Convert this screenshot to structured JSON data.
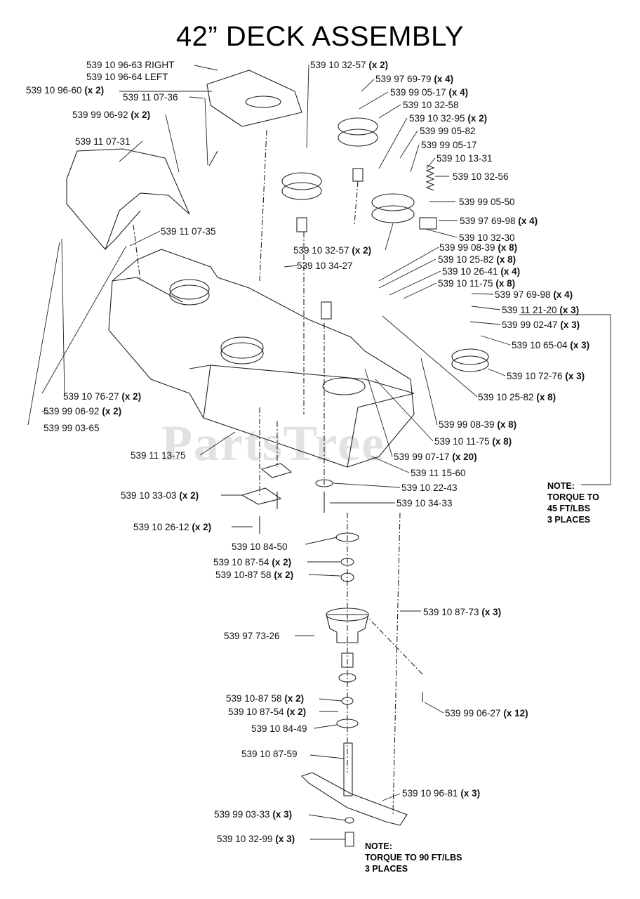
{
  "title": "42” DECK ASSEMBLY",
  "watermark": "PartsTree",
  "labels": [
    {
      "part": "539 10 96-63 RIGHT",
      "qty": ""
    },
    {
      "part": "539 10 96-64 LEFT",
      "qty": ""
    },
    {
      "part": "539 10 96-60",
      "qty": "(x 2)"
    },
    {
      "part": "539 11 07-36",
      "qty": ""
    },
    {
      "part": "539 99 06-92",
      "qty": "(x 2)"
    },
    {
      "part": "539 11 07-31",
      "qty": ""
    },
    {
      "part": "539 11 07-35",
      "qty": ""
    },
    {
      "part": "539 10 32-57",
      "qty": "(x 2)"
    },
    {
      "part": "539 97 69-79",
      "qty": "(x 4)"
    },
    {
      "part": "539 99 05-17",
      "qty": "(x 4)"
    },
    {
      "part": "539 10 32-58",
      "qty": ""
    },
    {
      "part": "539 10 32-95",
      "qty": "(x 2)"
    },
    {
      "part": "539 99 05-82",
      "qty": ""
    },
    {
      "part": "539 99 05-17",
      "qty": ""
    },
    {
      "part": "539 10 13-31",
      "qty": ""
    },
    {
      "part": "539 10 32-56",
      "qty": ""
    },
    {
      "part": "539 99 05-50",
      "qty": ""
    },
    {
      "part": "539 97 69-98",
      "qty": "(x 4)"
    },
    {
      "part": "539 10 32-30",
      "qty": ""
    },
    {
      "part": "539 10 32-57",
      "qty": "(x 2)"
    },
    {
      "part": "539 10 34-27",
      "qty": ""
    },
    {
      "part": "539 99 08-39",
      "qty": "(x 8)"
    },
    {
      "part": "539 10 25-82",
      "qty": "(x 8)"
    },
    {
      "part": "539 10 26-41",
      "qty": "(x 4)"
    },
    {
      "part": "539 10 11-75",
      "qty": "(x 8)"
    },
    {
      "part": "539 97 69-98",
      "qty": "(x 4)"
    },
    {
      "part": "539 11 21-20",
      "qty": "(x 3)"
    },
    {
      "part": "539 99 02-47",
      "qty": "(x 3)"
    },
    {
      "part": "539 10 65-04",
      "qty": "(x 3)"
    },
    {
      "part": "539 10 72-76",
      "qty": "(x 3)"
    },
    {
      "part": "539 10 76-27",
      "qty": "(x 2)"
    },
    {
      "part": "539 99 06-92",
      "qty": "(x 2)"
    },
    {
      "part": "539 99 03-65",
      "qty": ""
    },
    {
      "part": "539 10 25-82",
      "qty": "(x 8)"
    },
    {
      "part": "539 99 08-39",
      "qty": "(x 8)"
    },
    {
      "part": "539 10 11-75",
      "qty": "(x 8)"
    },
    {
      "part": "539 11 13-75",
      "qty": ""
    },
    {
      "part": "539 99 07-17",
      "qty": "(x 20)"
    },
    {
      "part": "539 11 15-60",
      "qty": ""
    },
    {
      "part": "539 10 22-43",
      "qty": ""
    },
    {
      "part": "539 10 33-03",
      "qty": "(x 2)"
    },
    {
      "part": "539 10 34-33",
      "qty": ""
    },
    {
      "part": "539 10 26-12",
      "qty": "(x 2)"
    },
    {
      "part": "539 10 84-50",
      "qty": ""
    },
    {
      "part": "539 10 87-54",
      "qty": "(x 2)"
    },
    {
      "part": "539 10-87 58",
      "qty": "(x 2)"
    },
    {
      "part": "539 10 87-73",
      "qty": "(x 3)"
    },
    {
      "part": "539 97 73-26",
      "qty": ""
    },
    {
      "part": "539 10-87 58",
      "qty": "(x 2)"
    },
    {
      "part": "539 10 87-54",
      "qty": "(x 2)"
    },
    {
      "part": "539 10 84-49",
      "qty": ""
    },
    {
      "part": "539 99 06-27",
      "qty": "(x 12)"
    },
    {
      "part": "539 10 87-59",
      "qty": ""
    },
    {
      "part": "539 10 96-81",
      "qty": "(x 3)"
    },
    {
      "part": "539 99 03-33",
      "qty": "(x 3)"
    },
    {
      "part": "539 10 32-99",
      "qty": "(x 3)"
    }
  ],
  "notes": [
    {
      "lines": [
        "NOTE:",
        "TORQUE TO",
        "45 FT/LBS",
        "3 PLACES"
      ]
    },
    {
      "lines": [
        "NOTE:",
        "TORQUE TO 90 FT/LBS",
        "3 PLACES"
      ]
    }
  ],
  "colors": {
    "ink": "#111111",
    "watermark": "#e2e2e2",
    "background": "#ffffff"
  }
}
